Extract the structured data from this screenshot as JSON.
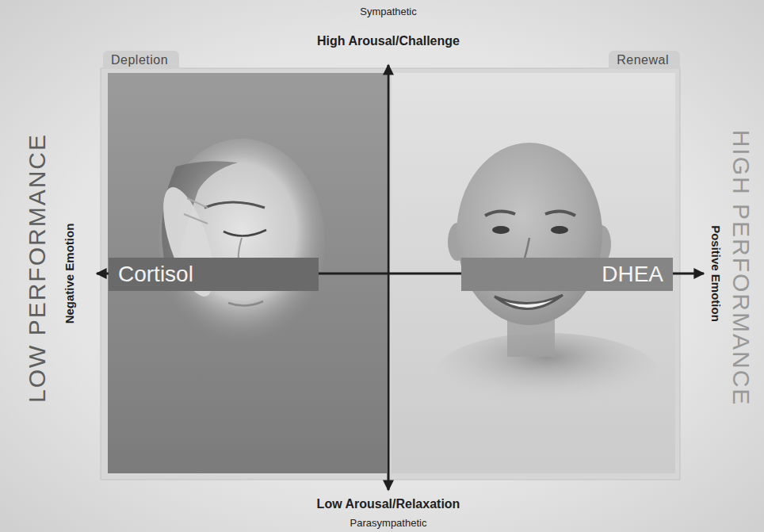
{
  "diagram": {
    "nodes": [
      {
        "text": [
          "Depletion"
        ]
      },
      {
        "text": [
          "Renewal"
        ]
      },
      {
        "text": [
          "Cortisol"
        ],
        "in": 0
      },
      {
        "text": [
          "DHEA"
        ],
        "in": 1
      }
    ],
    "labels": [
      "Sympathetic",
      "High Arousal/Challenge",
      "LOW PERFORMANCE",
      "Negative Emotion",
      "Positive Emotion",
      "HIGH PERFORMANCE",
      "Low Arousal/Relaxation",
      "Parasympathetic"
    ]
  }
}
